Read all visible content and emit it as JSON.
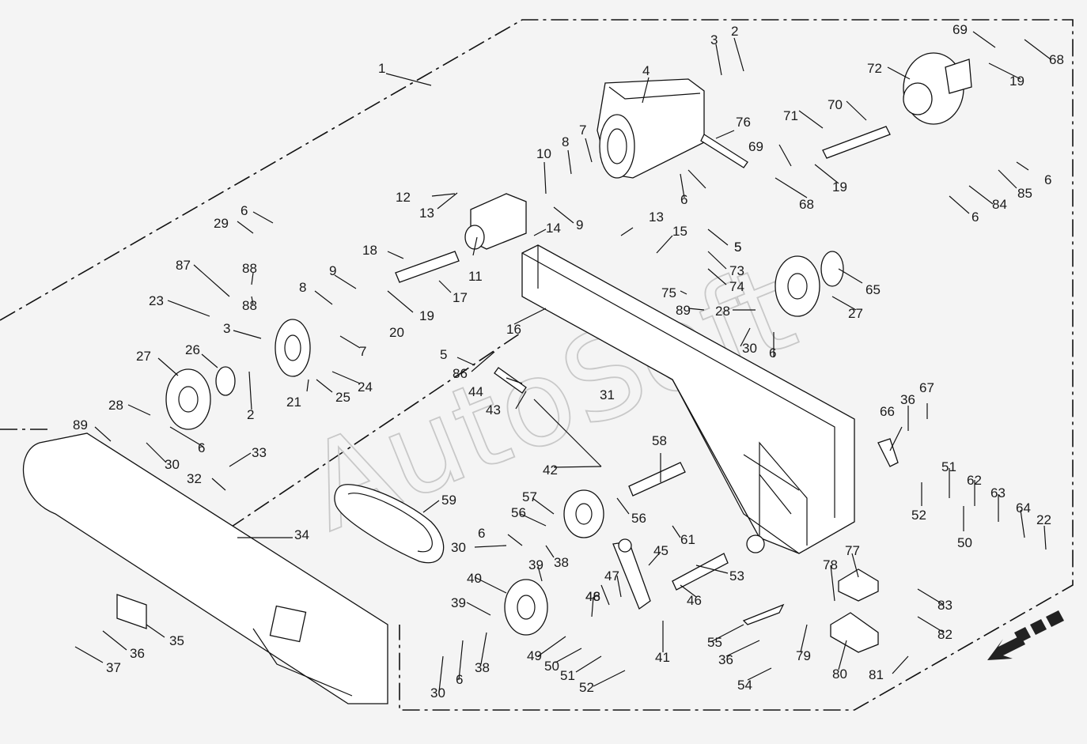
{
  "watermark": "AutoSoft",
  "labels": [
    {
      "t": "1"
    },
    {
      "t": "2"
    },
    {
      "t": "3"
    },
    {
      "t": "4"
    },
    {
      "t": "76"
    },
    {
      "t": "7"
    },
    {
      "t": "8"
    },
    {
      "t": "10"
    },
    {
      "t": "12"
    },
    {
      "t": "13"
    },
    {
      "t": "9"
    },
    {
      "t": "11"
    },
    {
      "t": "14"
    },
    {
      "t": "18"
    },
    {
      "t": "17"
    },
    {
      "t": "9"
    },
    {
      "t": "8"
    },
    {
      "t": "19"
    },
    {
      "t": "20"
    },
    {
      "t": "7"
    },
    {
      "t": "6"
    },
    {
      "t": "29"
    },
    {
      "t": "88"
    },
    {
      "t": "87"
    },
    {
      "t": "88"
    },
    {
      "t": "23"
    },
    {
      "t": "3"
    },
    {
      "t": "24"
    },
    {
      "t": "25"
    },
    {
      "t": "21"
    },
    {
      "t": "26"
    },
    {
      "t": "27"
    },
    {
      "t": "2"
    },
    {
      "t": "28"
    },
    {
      "t": "89"
    },
    {
      "t": "30"
    },
    {
      "t": "6"
    },
    {
      "t": "32"
    },
    {
      "t": "33"
    },
    {
      "t": "34"
    },
    {
      "t": "35"
    },
    {
      "t": "36"
    },
    {
      "t": "37"
    },
    {
      "t": "59"
    },
    {
      "t": "5"
    },
    {
      "t": "86"
    },
    {
      "t": "44"
    },
    {
      "t": "43"
    },
    {
      "t": "42"
    },
    {
      "t": "16"
    },
    {
      "t": "13"
    },
    {
      "t": "15"
    },
    {
      "t": "5"
    },
    {
      "t": "73"
    },
    {
      "t": "74"
    },
    {
      "t": "75"
    },
    {
      "t": "89"
    },
    {
      "t": "28"
    },
    {
      "t": "30"
    },
    {
      "t": "6"
    },
    {
      "t": "27"
    },
    {
      "t": "65"
    },
    {
      "t": "31"
    },
    {
      "t": "69"
    },
    {
      "t": "68"
    },
    {
      "t": "72"
    },
    {
      "t": "19"
    },
    {
      "t": "70"
    },
    {
      "t": "71"
    },
    {
      "t": "69"
    },
    {
      "t": "19"
    },
    {
      "t": "68"
    },
    {
      "t": "6"
    },
    {
      "t": "85"
    },
    {
      "t": "84"
    },
    {
      "t": "6"
    },
    {
      "t": "5"
    },
    {
      "t": "6"
    },
    {
      "t": "66"
    },
    {
      "t": "36"
    },
    {
      "t": "67"
    },
    {
      "t": "51"
    },
    {
      "t": "62"
    },
    {
      "t": "63"
    },
    {
      "t": "64"
    },
    {
      "t": "22"
    },
    {
      "t": "52"
    },
    {
      "t": "50"
    },
    {
      "t": "58"
    },
    {
      "t": "57"
    },
    {
      "t": "56"
    },
    {
      "t": "56"
    },
    {
      "t": "61"
    },
    {
      "t": "53"
    },
    {
      "t": "6"
    },
    {
      "t": "30"
    },
    {
      "t": "38"
    },
    {
      "t": "39"
    },
    {
      "t": "40"
    },
    {
      "t": "45"
    },
    {
      "t": "46"
    },
    {
      "t": "47"
    },
    {
      "t": "48"
    },
    {
      "t": "46"
    },
    {
      "t": "39"
    },
    {
      "t": "38"
    },
    {
      "t": "6"
    },
    {
      "t": "30"
    },
    {
      "t": "49"
    },
    {
      "t": "50"
    },
    {
      "t": "51"
    },
    {
      "t": "52"
    },
    {
      "t": "41"
    },
    {
      "t": "55"
    },
    {
      "t": "36"
    },
    {
      "t": "54"
    },
    {
      "t": "77"
    },
    {
      "t": "78"
    },
    {
      "t": "79"
    },
    {
      "t": "80"
    },
    {
      "t": "83"
    },
    {
      "t": "82"
    },
    {
      "t": "81"
    }
  ],
  "icons": {
    "direction": "forward-travel-arrow-icon"
  }
}
